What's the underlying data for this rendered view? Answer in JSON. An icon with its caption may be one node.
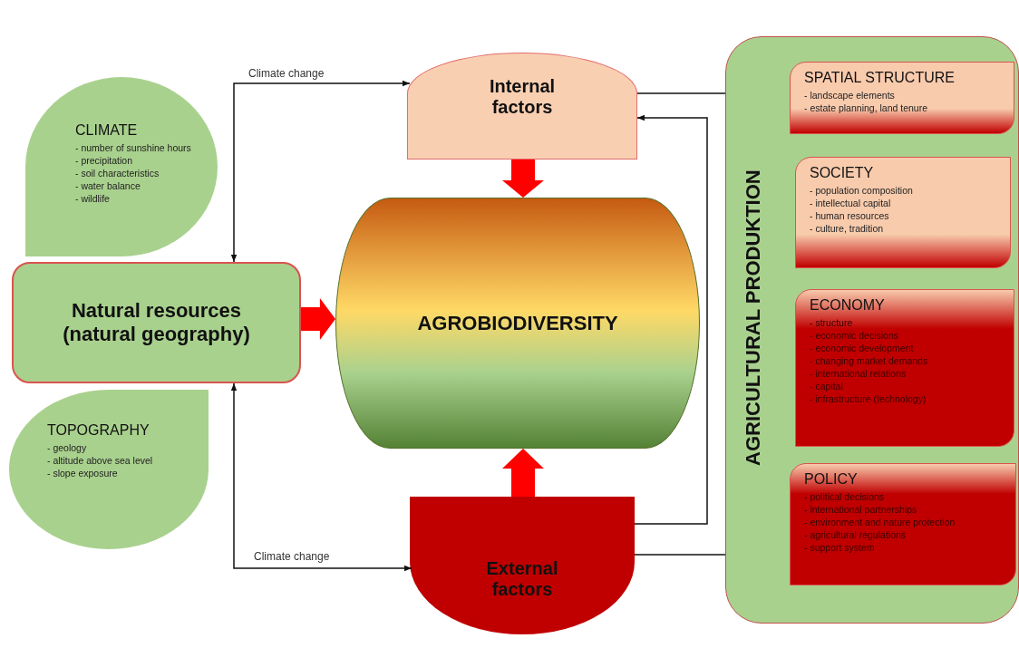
{
  "diagram": {
    "nodes": [
      {
        "text": [
          "CLIMATE",
          "- number of sunshine hours",
          "- precipitation",
          "- soil characteristics",
          "- water balance",
          "- wildlife"
        ]
      },
      {
        "text": [
          "Natural resources (natural geography)"
        ]
      },
      {
        "text": [
          "TOPOGRAPHY",
          "- geology",
          "- altitude above sea level",
          "- slope exposure"
        ]
      },
      {
        "text": [
          "Internal factors"
        ]
      },
      {
        "text": [
          "AGROBIODIVERSITY"
        ]
      },
      {
        "text": [
          "External factors"
        ]
      },
      {
        "text": [
          "AGRICULTURAL PRODUKTION"
        ]
      },
      {
        "text": [
          "SPATIAL STRUCTURE",
          "- landscape elements",
          "- estate planning, land tenure"
        ],
        "in": 6
      },
      {
        "text": [
          "SOCIETY",
          "- population composition",
          "- intellectual capital",
          "- human resources",
          "- culture, tradition"
        ],
        "in": 6
      },
      {
        "text": [
          "ECONOMY",
          "- structure",
          "- economic decisions",
          "- economic development",
          "- changing market demands",
          "- international relations",
          "- capital",
          "- infrastructure (technology)"
        ],
        "in": 6
      },
      {
        "text": [
          "POLICY",
          "- political decisions",
          "- international partnerships",
          "- environment and nature protection",
          "- agricultural regulations",
          "- support system"
        ],
        "in": 6
      }
    ],
    "edges": [
      {
        "from": 1,
        "to": 3,
        "arrow": "both",
        "label": "Climate change"
      },
      {
        "from": 1,
        "to": 5,
        "arrow": "both",
        "label": "Climate change"
      },
      {
        "from": 3,
        "to": 4,
        "arrow": "to",
        "style": "thick",
        "color": "#ff0000"
      },
      {
        "from": 1,
        "to": 4,
        "arrow": "to",
        "style": "thick",
        "color": "#ff0000"
      },
      {
        "from": 5,
        "to": 4,
        "arrow": "to",
        "style": "thick",
        "color": "#ff0000"
      },
      {
        "from": 3,
        "to": 6,
        "arrow": "none"
      },
      {
        "from": 5,
        "to": 6,
        "arrow": "none"
      },
      {
        "from": 5,
        "to": 3,
        "arrow": "to"
      }
    ]
  }
}
